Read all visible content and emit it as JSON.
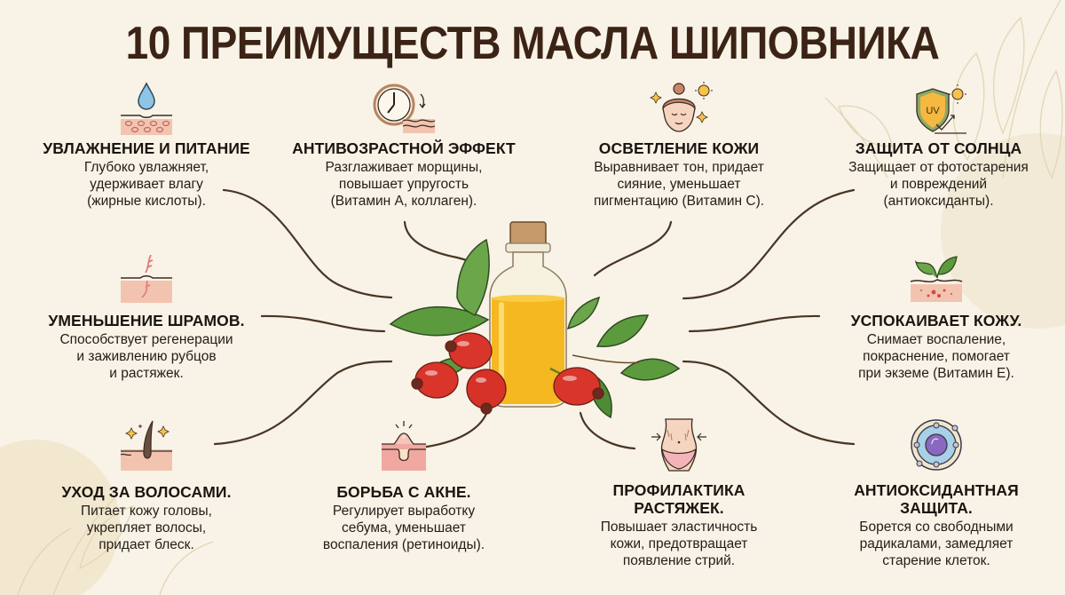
{
  "title": "10 ПРЕИМУЩЕСТВ МАСЛА ШИПОВНИКА",
  "colors": {
    "background": "#f8f3e6",
    "title": "#3b2416",
    "connector": "#4a3524",
    "skin_pink": "#f2c4b0",
    "oil_yellow": "#f5b820",
    "berry_red": "#d9352a",
    "leaf_green": "#5c9a3e"
  },
  "center_image": {
    "label": "rosehip-oil-bottle-with-berries-and-leaves"
  },
  "benefits": [
    {
      "icon": "water-drop-skin-icon",
      "heading": "УВЛАЖНЕНИЕ И ПИТАНИЕ",
      "lines": [
        "Глубоко увлажняет,",
        "удерживает влагу",
        "(жирные кислоты)."
      ]
    },
    {
      "icon": "clock-wrinkles-icon",
      "heading": "АНТИВОЗРАСТНОЙ ЭФФЕКТ",
      "lines": [
        "Разглаживает морщины,",
        "повышает упругость",
        "(Витамин А, коллаген)."
      ]
    },
    {
      "icon": "glowing-face-icon",
      "heading": "ОСВЕТЛЕНИЕ КОЖИ",
      "lines": [
        "Выравнивает тон, придает",
        "сияние, уменьшает",
        "пигментацию (Витамин С)."
      ]
    },
    {
      "icon": "uv-shield-sun-icon",
      "heading": "ЗАЩИТА ОТ СОЛНЦА",
      "lines": [
        "Защищает от фотостарения",
        "и повреждений",
        "(антиоксиданты)."
      ]
    },
    {
      "icon": "scar-skin-icon",
      "heading": "УМЕНЬШЕНИЕ ШРАМОВ.",
      "lines": [
        "Способствует регенерации",
        "и заживлению рубцов",
        "и растяжек."
      ]
    },
    {
      "icon": "sprout-skin-icon",
      "heading": "УСПОКАИВАЕТ КОЖУ.",
      "lines": [
        "Снимает воспаление,",
        "покраснение, помогает",
        "при экземе (Витамин Е)."
      ]
    },
    {
      "icon": "hair-follicle-icon",
      "heading": "УХОД ЗА ВОЛОСАМИ.",
      "lines": [
        "Питает кожу головы,",
        "укрепляет волосы,",
        "придает блеск."
      ]
    },
    {
      "icon": "acne-pore-icon",
      "heading": "БОРЬБА С АКНЕ.",
      "lines": [
        "Регулирует выработку",
        "себума, уменьшает",
        "воспаления (ретиноиды)."
      ]
    },
    {
      "icon": "waist-stretch-marks-icon",
      "heading_lines": [
        "ПРОФИЛАКТИКА",
        "РАСТЯЖЕК."
      ],
      "lines": [
        "Повышает эластичность",
        "кожи, предотвращает",
        "появление стрий."
      ]
    },
    {
      "icon": "antioxidant-cell-icon",
      "heading_lines": [
        "АНТИОКСИДАНТНАЯ",
        "ЗАЩИТА."
      ],
      "lines": [
        "Борется со свободными",
        "радикалами, замедляет",
        "старение клеток."
      ]
    }
  ]
}
